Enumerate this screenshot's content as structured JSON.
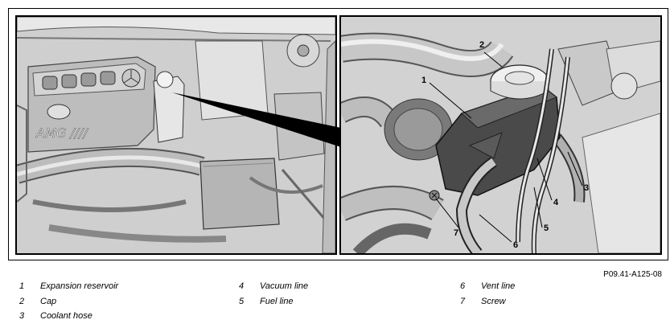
{
  "figure_code": "P09.41-A125-08",
  "callouts": [
    "1",
    "2",
    "3",
    "4",
    "5",
    "6",
    "7"
  ],
  "legend": [
    {
      "number": "1",
      "label": "Expansion reservoir"
    },
    {
      "number": "2",
      "label": "Cap"
    },
    {
      "number": "3",
      "label": "Coolant hose"
    },
    {
      "number": "4",
      "label": "Vacuum line"
    },
    {
      "number": "5",
      "label": "Fuel line"
    },
    {
      "number": "6",
      "label": "Vent line"
    },
    {
      "number": "7",
      "label": "Screw"
    }
  ]
}
